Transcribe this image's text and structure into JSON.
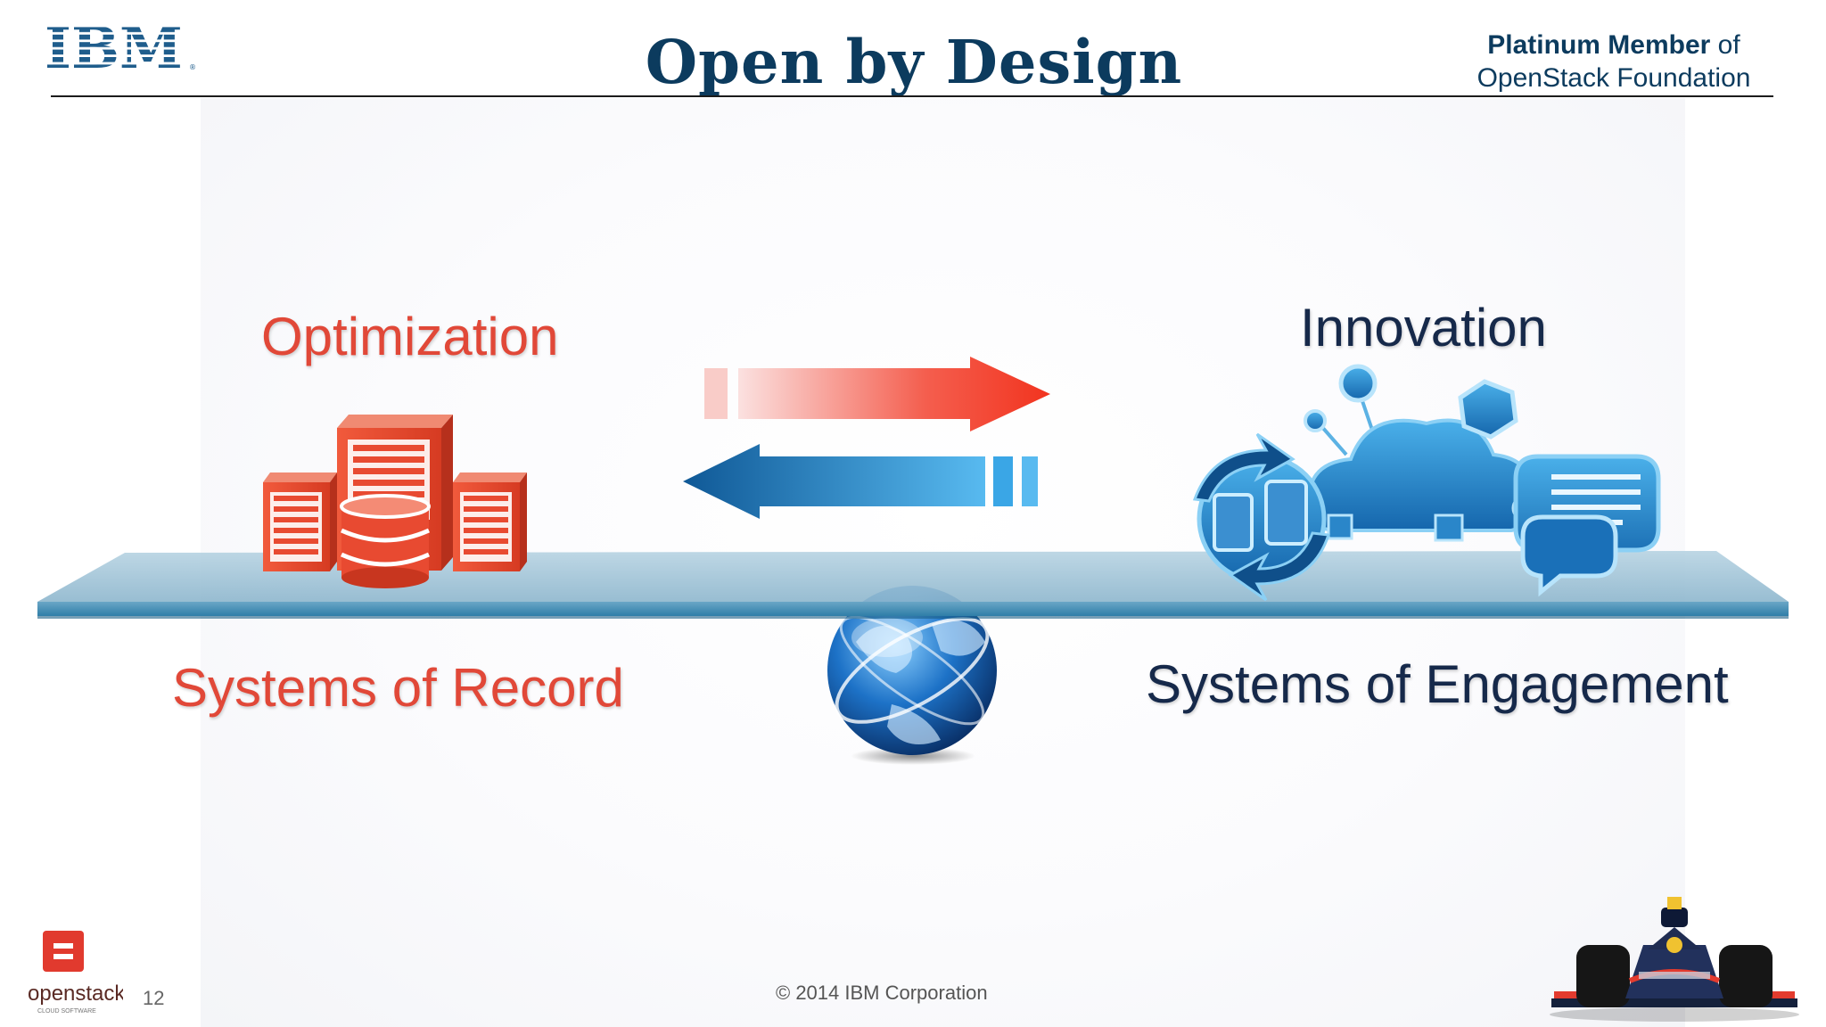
{
  "header": {
    "logo_text": "IBM",
    "title": "Open by Design",
    "membership_bold": "Platinum Member",
    "membership_rest": " of",
    "membership_line2": "OpenStack Foundation"
  },
  "left": {
    "heading": "Optimization",
    "caption": "Systems of Record",
    "color": "#e14838"
  },
  "right": {
    "heading": "Innovation",
    "caption": "Systems of Engagement",
    "color": "#16294a"
  },
  "icons": {
    "left_cluster": "server-database-icon",
    "right_cluster": "cloud-network-icon",
    "arrow_right": "arrow-right-icon",
    "arrow_left": "arrow-left-icon",
    "fulcrum": "globe-icon"
  },
  "footer": {
    "logo_text": "openstack",
    "logo_subtext": "CLOUD SOFTWARE",
    "page_number": "12",
    "copyright": "© 2014 IBM Corporation"
  }
}
